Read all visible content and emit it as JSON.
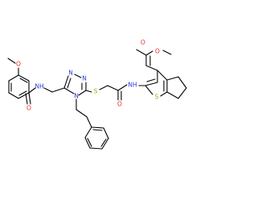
{
  "molecule": {
    "atoms": [
      {
        "name": "ester-carbonyl-oxygen",
        "symbol": "O",
        "color": "#e8251b"
      },
      {
        "name": "ester-oxygen",
        "symbol": "O",
        "color": "#e8251b"
      },
      {
        "name": "methoxy-oxygen",
        "symbol": "O",
        "color": "#e8251b"
      },
      {
        "name": "benzamide-nh",
        "symbol": "NH",
        "color": "#2a3bd6"
      },
      {
        "name": "benzamide-oxygen",
        "symbol": "O",
        "color": "#e8251b"
      },
      {
        "name": "triazole-n1",
        "symbol": "N",
        "color": "#2a3bd6"
      },
      {
        "name": "triazole-n2",
        "symbol": "N",
        "color": "#2a3bd6"
      },
      {
        "name": "triazole-n4",
        "symbol": "N",
        "color": "#2a3bd6"
      },
      {
        "name": "thioether-sulfur",
        "symbol": "S",
        "color": "#b8a200"
      },
      {
        "name": "acetamide-oxygen",
        "symbol": "O",
        "color": "#e8251b"
      },
      {
        "name": "acetamide-nh",
        "symbol": "NH",
        "color": "#2a3bd6"
      },
      {
        "name": "thiophene-sulfur",
        "symbol": "S",
        "color": "#b8a200"
      }
    ],
    "bond_color": "#000000"
  }
}
